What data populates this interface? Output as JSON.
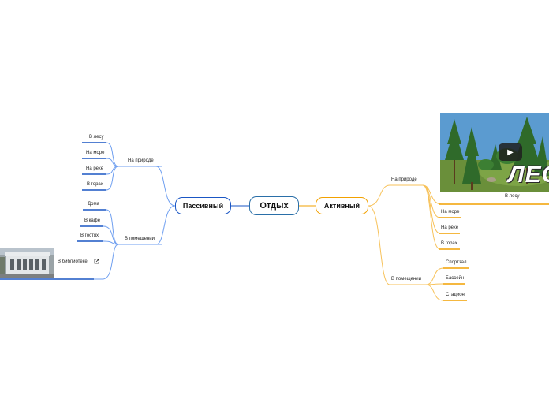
{
  "colors": {
    "root": "#2a6fa8",
    "passive": "#1a56c4",
    "passive_edge": "#6f9ff0",
    "active": "#f2a100",
    "active_edge": "#f7c25a"
  },
  "root": {
    "label": "Отдых"
  },
  "passive": {
    "label": "Пассивный",
    "nature": {
      "label": "На природе",
      "items": [
        "В лесу",
        "На море",
        "На реке",
        "В горах"
      ]
    },
    "indoors": {
      "label": "В помещении",
      "items": [
        "Дома",
        "В кафе",
        "В гостях",
        "В библиотеке"
      ]
    }
  },
  "active": {
    "label": "Активный",
    "nature": {
      "label": "На природе",
      "items": [
        "В лесу",
        "На море",
        "На реке",
        "В горах"
      ]
    },
    "indoors": {
      "label": "В помещении",
      "items": [
        "Спортзал",
        "Бассейн",
        "Стадион"
      ]
    }
  },
  "media": {
    "video_title_overlay": "ЛЕС",
    "video_icon": "play-icon",
    "library_image": "library-building-photo",
    "library_link_icon": "external-link-icon"
  }
}
